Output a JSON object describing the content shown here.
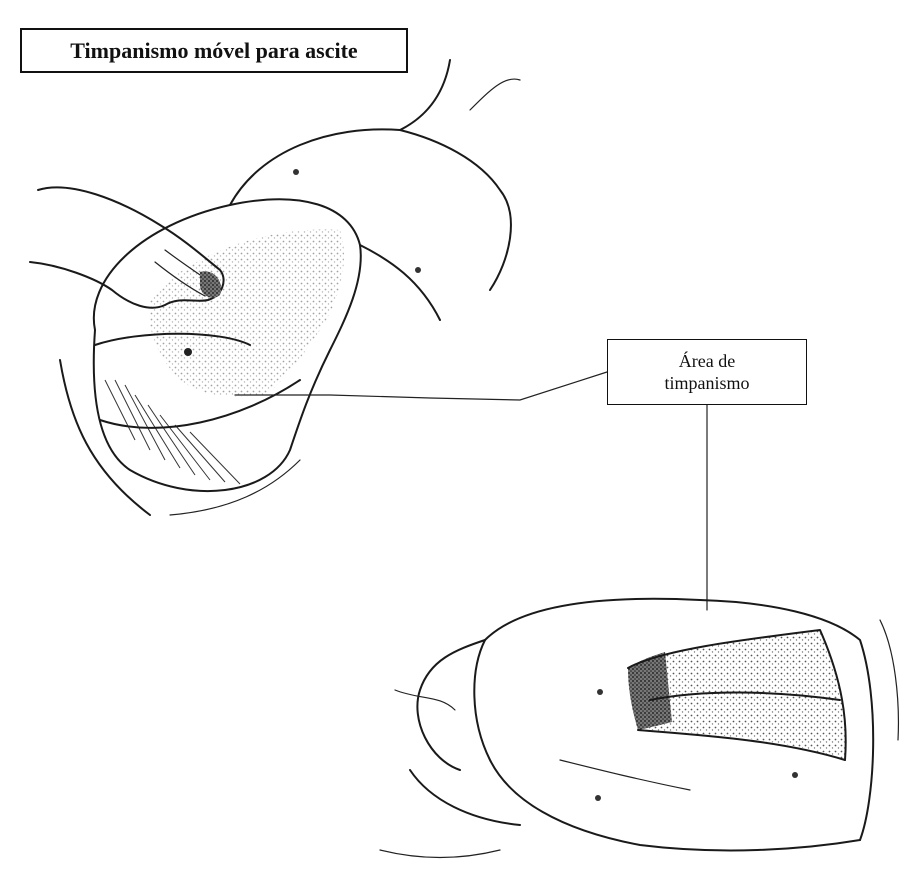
{
  "title": "Timpanismo móvel para ascite",
  "callout": {
    "line1": "Área de",
    "line2": "timpanismo"
  }
}
